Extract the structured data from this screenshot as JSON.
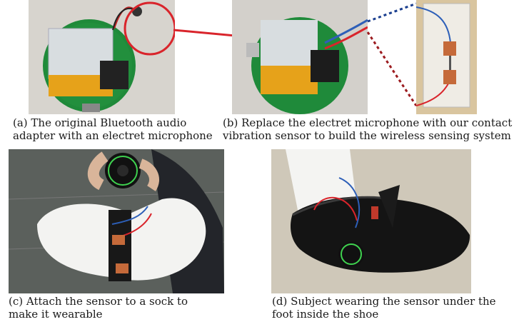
{
  "panels": [
    {
      "caption_line1": "(a) The original Bluetooth audio",
      "caption_line2": "adapter with an electret microphone"
    },
    {
      "caption_line1": "(b) Replace the electret microphone with our contact",
      "caption_line2": "vibration sensor to build the wireless sensing system"
    },
    {
      "caption_line1": "(c) Attach the sensor to a sock to",
      "caption_line2": "make it wearable"
    },
    {
      "caption_line1": "(d) Subject wearing the sensor under the",
      "caption_line2": "foot inside the shoe"
    }
  ],
  "colors": {
    "pcb_green": "#1f8a3a",
    "battery_gold": "#e6a21a",
    "highlight_red": "#d9242b",
    "wire_blue": "#2d5fb8"
  }
}
